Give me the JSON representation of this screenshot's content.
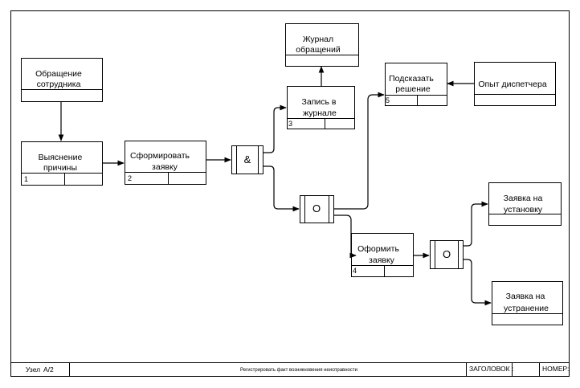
{
  "frame_top_right": "",
  "boxes": [
    {
      "id": "obrashchenie",
      "lines": [
        "Обращение",
        "сотрудника"
      ],
      "number": ""
    },
    {
      "id": "vyyasnenie",
      "lines": [
        "Выяснение",
        "причины"
      ],
      "number": "1"
    },
    {
      "id": "sformirovat",
      "lines": [
        "Сформировать",
        "заявку"
      ],
      "number": "2"
    },
    {
      "id": "zhurnal",
      "lines": [
        "Журнал",
        "обращений"
      ],
      "number": ""
    },
    {
      "id": "zapis",
      "lines": [
        "Запись в",
        "журнале"
      ],
      "number": "3"
    },
    {
      "id": "podskazat",
      "lines": [
        "Подсказать",
        "решение"
      ],
      "number": "5"
    },
    {
      "id": "opyt",
      "lines": [
        "Опыт диспетчера"
      ],
      "number": ""
    },
    {
      "id": "oformit",
      "lines": [
        "Оформить",
        "заявку"
      ],
      "number": "4"
    },
    {
      "id": "ustanovka",
      "lines": [
        "Заявка на",
        "установку"
      ],
      "number": ""
    },
    {
      "id": "ustranenie",
      "lines": [
        "Заявка на",
        "устранение"
      ],
      "number": ""
    }
  ],
  "junctions": [
    {
      "id": "and",
      "label": "&"
    },
    {
      "id": "or1",
      "label": "O"
    },
    {
      "id": "or2",
      "label": "O"
    }
  ],
  "footer": {
    "node_label": "Узел",
    "node_value": "A/2",
    "title": "Регистрировать факт возникновения неисправности",
    "heading_label": "ЗАГОЛОВОК :",
    "number_label": "НОМЕР:"
  }
}
